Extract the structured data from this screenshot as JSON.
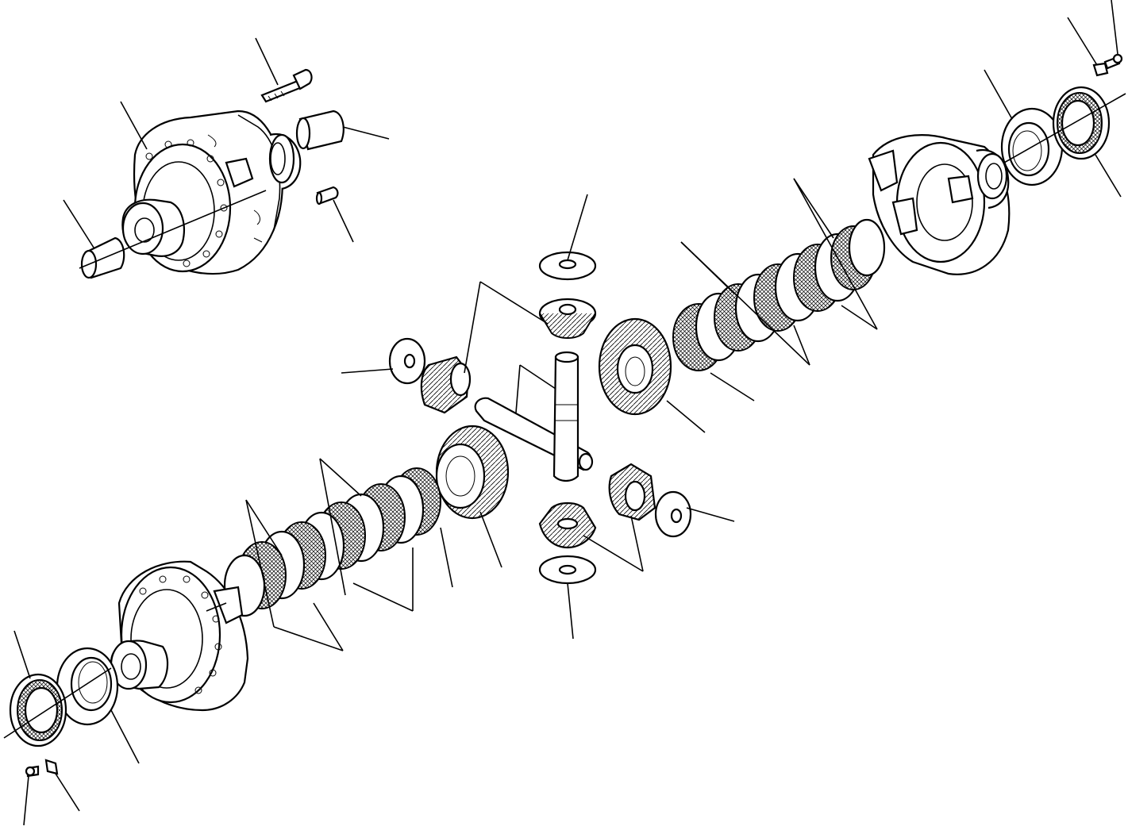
{
  "drawing": {
    "line_color": "#000000",
    "background": "#ffffff",
    "parts": [
      {
        "name": "differential-case-left-half",
        "icon": "housing"
      },
      {
        "name": "case-bolt",
        "icon": "bolt"
      },
      {
        "name": "bushing-right-top",
        "icon": "sleeve"
      },
      {
        "name": "bushing-left-top",
        "icon": "sleeve"
      },
      {
        "name": "dowel-pin",
        "icon": "pin"
      },
      {
        "name": "upper-thrust-washer",
        "icon": "washer"
      },
      {
        "name": "upper-pinion-gear",
        "icon": "bevel-gear"
      },
      {
        "name": "left-thrust-washer",
        "icon": "washer"
      },
      {
        "name": "left-pinion-gear",
        "icon": "bevel-gear"
      },
      {
        "name": "spider-shaft",
        "icon": "cross-shaft"
      },
      {
        "name": "right-side-gear",
        "icon": "bevel-gear"
      },
      {
        "name": "right-clutch-pack",
        "icon": "friction-discs"
      },
      {
        "name": "right-case-half",
        "icon": "housing"
      },
      {
        "name": "right-bearing",
        "icon": "bearing"
      },
      {
        "name": "right-adjusting-nut",
        "icon": "ring-nut"
      },
      {
        "name": "right-lock-plate",
        "icon": "lock-plate"
      },
      {
        "name": "left-side-gear",
        "icon": "bevel-gear"
      },
      {
        "name": "left-clutch-pack",
        "icon": "friction-discs"
      },
      {
        "name": "lower-pinion-gear",
        "icon": "bevel-gear"
      },
      {
        "name": "lower-thrust-washer",
        "icon": "washer"
      },
      {
        "name": "right-pinion-gear",
        "icon": "bevel-gear"
      },
      {
        "name": "right-thrust-washer",
        "icon": "washer"
      },
      {
        "name": "left-case-half",
        "icon": "housing"
      },
      {
        "name": "left-bearing",
        "icon": "bearing"
      },
      {
        "name": "left-adjusting-nut",
        "icon": "ring-nut"
      },
      {
        "name": "left-lock-plate",
        "icon": "lock-plate"
      }
    ]
  }
}
